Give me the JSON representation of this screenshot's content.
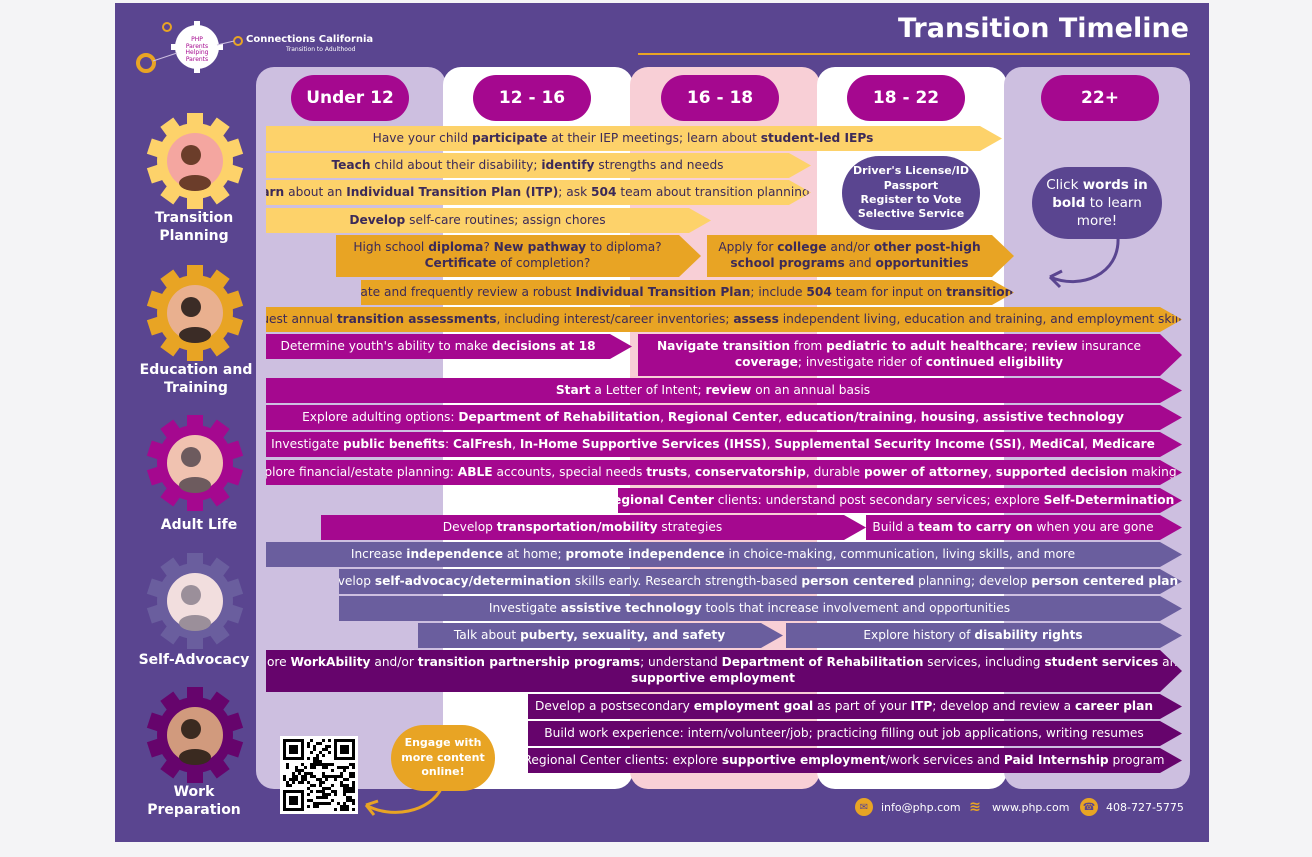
{
  "header": {
    "title": "Transition Timeline",
    "org_name": "Connections California",
    "org_subtitle": "Transition to Adulthood",
    "logo_text": "PHP Parents Helping Parents"
  },
  "age_groups": [
    "Under 12",
    "12 - 16",
    "16 - 18",
    "18 - 22",
    "22+"
  ],
  "categories": [
    {
      "label": "Transition\nPlanning",
      "icon": "smiling-family-photo"
    },
    {
      "label": "Education and\nTraining",
      "icon": "students-photo"
    },
    {
      "label": "Adult Life",
      "icon": "friends-selfie-photo"
    },
    {
      "label": "Self-Advocacy",
      "icon": "woman-smiling-photo"
    },
    {
      "label": "Work Preparation",
      "icon": "workers-photo"
    }
  ],
  "id_bubble": [
    "Driver's License/ID",
    "Passport",
    "Register to Vote",
    "Selective Service"
  ],
  "click_bubble": {
    "pre": "Click ",
    "bold1": "words in",
    "bold2": "bold",
    "post": " to learn more!"
  },
  "engage_bubble": "Engage with more content online!",
  "qr_label": "qr-code",
  "contacts": {
    "email": "info@php.com",
    "web": "www.php.com",
    "phone": "408-727-5775"
  },
  "bars": [
    {
      "id": "b1",
      "color": "#fdd26a",
      "text": [
        [
          "Have your child ",
          0
        ],
        [
          "participate",
          1
        ],
        [
          " at their IEP meetings; learn about ",
          0
        ],
        [
          "student-led IEPs",
          1
        ]
      ]
    },
    {
      "id": "b2",
      "color": "#fdd26a",
      "text": [
        [
          "Teach",
          1
        ],
        [
          " child about their disability; ",
          0
        ],
        [
          "identify",
          1
        ],
        [
          " strengths and needs",
          0
        ]
      ]
    },
    {
      "id": "b3",
      "color": "#fdd26a",
      "text": [
        [
          "Learn",
          1
        ],
        [
          " about an ",
          0
        ],
        [
          "Individual Transition Plan (ITP)",
          1
        ],
        [
          "; ask ",
          0
        ],
        [
          "504",
          1
        ],
        [
          " team about transition planning",
          0
        ]
      ]
    },
    {
      "id": "b4",
      "color": "#fdd26a",
      "text": [
        [
          "Develop",
          1
        ],
        [
          " self-care routines; assign chores",
          0
        ]
      ]
    },
    {
      "id": "b5",
      "color": "#e8a424",
      "text": [
        [
          "High school ",
          0
        ],
        [
          "diploma",
          1
        ],
        [
          "? ",
          0
        ],
        [
          "New pathway",
          1
        ],
        [
          " to diploma?",
          0
        ],
        [
          "\n",
          0
        ],
        [
          "Certificate",
          1
        ],
        [
          " of completion?",
          0
        ]
      ]
    },
    {
      "id": "b6",
      "color": "#e8a424",
      "text": [
        [
          "Apply for ",
          0
        ],
        [
          "college",
          1
        ],
        [
          " and/or ",
          0
        ],
        [
          "other post-high",
          1
        ],
        [
          "\n",
          0
        ],
        [
          "school programs",
          1
        ],
        [
          " and ",
          0
        ],
        [
          "opportunities",
          1
        ]
      ]
    },
    {
      "id": "b7",
      "color": "#e8a424",
      "text": [
        [
          "Create and frequently review a robust ",
          0
        ],
        [
          "Individual Transition Plan",
          1
        ],
        [
          "; include ",
          0
        ],
        [
          "504",
          1
        ],
        [
          " team for input on ",
          0
        ],
        [
          "transition",
          1
        ]
      ]
    },
    {
      "id": "b8",
      "color": "#e8a424",
      "text": [
        [
          "Request annual ",
          0
        ],
        [
          "transition assessments",
          1
        ],
        [
          ", including interest/career inventories; ",
          0
        ],
        [
          "assess",
          1
        ],
        [
          " independent living, education and training, and employment skills",
          0
        ]
      ]
    },
    {
      "id": "b9",
      "color": "#a5088f",
      "text": [
        [
          "Determine youth's ability to make ",
          0
        ],
        [
          "decisions at 18",
          1
        ]
      ]
    },
    {
      "id": "b10",
      "color": "#a5088f",
      "text": [
        [
          "Navigate transition",
          1
        ],
        [
          " from ",
          0
        ],
        [
          "pediatric to adult healthcare",
          1
        ],
        [
          "; ",
          0
        ],
        [
          "review",
          1
        ],
        [
          " insurance",
          0
        ],
        [
          "\n",
          0
        ],
        [
          "coverage",
          1
        ],
        [
          "; investigate rider of ",
          0
        ],
        [
          "continued eligibility",
          1
        ]
      ]
    },
    {
      "id": "b11",
      "color": "#a5088f",
      "text": [
        [
          "Start",
          1
        ],
        [
          " a Letter of Intent; ",
          0
        ],
        [
          "review",
          1
        ],
        [
          " on an annual basis",
          0
        ]
      ]
    },
    {
      "id": "b12",
      "color": "#a5088f",
      "text": [
        [
          "Explore adulting options: ",
          0
        ],
        [
          "Department of Rehabilitation",
          1
        ],
        [
          ", ",
          0
        ],
        [
          "Regional Center",
          1
        ],
        [
          ", ",
          0
        ],
        [
          "education/training",
          1
        ],
        [
          ", ",
          0
        ],
        [
          "housing",
          1
        ],
        [
          ", ",
          0
        ],
        [
          "assistive technology",
          1
        ]
      ]
    },
    {
      "id": "b13",
      "color": "#a5088f",
      "text": [
        [
          "Investigate ",
          0
        ],
        [
          "public benefits",
          1
        ],
        [
          ": ",
          0
        ],
        [
          "CalFresh",
          1
        ],
        [
          ", ",
          0
        ],
        [
          "In-Home Supportive Services (IHSS)",
          1
        ],
        [
          ", ",
          0
        ],
        [
          "Supplemental Security Income (SSI)",
          1
        ],
        [
          ", ",
          0
        ],
        [
          "MediCal",
          1
        ],
        [
          ", ",
          0
        ],
        [
          "Medicare",
          1
        ]
      ]
    },
    {
      "id": "b14",
      "color": "#a5088f",
      "text": [
        [
          "Explore financial/estate planning: ",
          0
        ],
        [
          "ABLE",
          1
        ],
        [
          " accounts, special needs ",
          0
        ],
        [
          "trusts",
          1
        ],
        [
          ", ",
          0
        ],
        [
          "conservatorship",
          1
        ],
        [
          ", durable ",
          0
        ],
        [
          "power of attorney",
          1
        ],
        [
          ", ",
          0
        ],
        [
          "supported decision",
          1
        ],
        [
          " making",
          0
        ]
      ]
    },
    {
      "id": "b15",
      "color": "#a5088f",
      "text": [
        [
          "Regional Center",
          1
        ],
        [
          " clients: understand post secondary services; explore ",
          0
        ],
        [
          "Self-Determination",
          1
        ]
      ]
    },
    {
      "id": "b16",
      "color": "#a5088f",
      "text": [
        [
          "Develop ",
          0
        ],
        [
          "transportation/mobility",
          1
        ],
        [
          " strategies",
          0
        ]
      ]
    },
    {
      "id": "b17",
      "color": "#a5088f",
      "text": [
        [
          "Build a ",
          0
        ],
        [
          "team to carry on",
          1
        ],
        [
          " when you are gone",
          0
        ]
      ]
    },
    {
      "id": "b18",
      "color": "#6a5e9e",
      "text": [
        [
          "Increase ",
          0
        ],
        [
          "independence",
          1
        ],
        [
          " at home; ",
          0
        ],
        [
          "promote independence",
          1
        ],
        [
          " in choice-making, communication, living skills, and more",
          0
        ]
      ]
    },
    {
      "id": "b19",
      "color": "#6a5e9e",
      "text": [
        [
          "Develop ",
          0
        ],
        [
          "self-advocacy/determination",
          1
        ],
        [
          " skills early. Research strength-based ",
          0
        ],
        [
          "person centered",
          1
        ],
        [
          " planning; develop ",
          0
        ],
        [
          "person centered plan",
          1
        ]
      ]
    },
    {
      "id": "b20",
      "color": "#6a5e9e",
      "text": [
        [
          "Investigate ",
          0
        ],
        [
          "assistive technology",
          1
        ],
        [
          " tools that increase involvement and opportunities",
          0
        ]
      ]
    },
    {
      "id": "b21",
      "color": "#6a5e9e",
      "text": [
        [
          "Talk about ",
          0
        ],
        [
          "puberty, sexuality, and safety",
          1
        ]
      ]
    },
    {
      "id": "b22",
      "color": "#6a5e9e",
      "text": [
        [
          "Explore history of ",
          0
        ],
        [
          "disability rights",
          1
        ]
      ]
    },
    {
      "id": "b23",
      "color": "#66046c",
      "text": [
        [
          "Explore ",
          0
        ],
        [
          "WorkAbility",
          1
        ],
        [
          " and/or ",
          0
        ],
        [
          "transition partnership programs",
          1
        ],
        [
          "; understand ",
          0
        ],
        [
          "Department of Rehabilitation",
          1
        ],
        [
          " services, including ",
          0
        ],
        [
          "student services",
          1
        ],
        [
          " and",
          0
        ],
        [
          "\n",
          0
        ],
        [
          "supportive employment",
          1
        ]
      ]
    },
    {
      "id": "b24",
      "color": "#66046c",
      "text": [
        [
          "Develop a postsecondary ",
          0
        ],
        [
          "employment goal",
          1
        ],
        [
          " as part of your ",
          0
        ],
        [
          "ITP",
          1
        ],
        [
          "; develop and review a ",
          0
        ],
        [
          "career plan",
          1
        ]
      ]
    },
    {
      "id": "b25",
      "color": "#66046c",
      "text": [
        [
          "Build work experience: intern/volunteer/job; practicing filling out job applications, writing resumes",
          0
        ]
      ]
    },
    {
      "id": "b26",
      "color": "#66046c",
      "text": [
        [
          "Regional Center clients: explore ",
          0
        ],
        [
          "supportive employment",
          1
        ],
        [
          "/work services and ",
          0
        ],
        [
          "Paid Internship",
          1
        ],
        [
          " program",
          0
        ]
      ]
    }
  ]
}
